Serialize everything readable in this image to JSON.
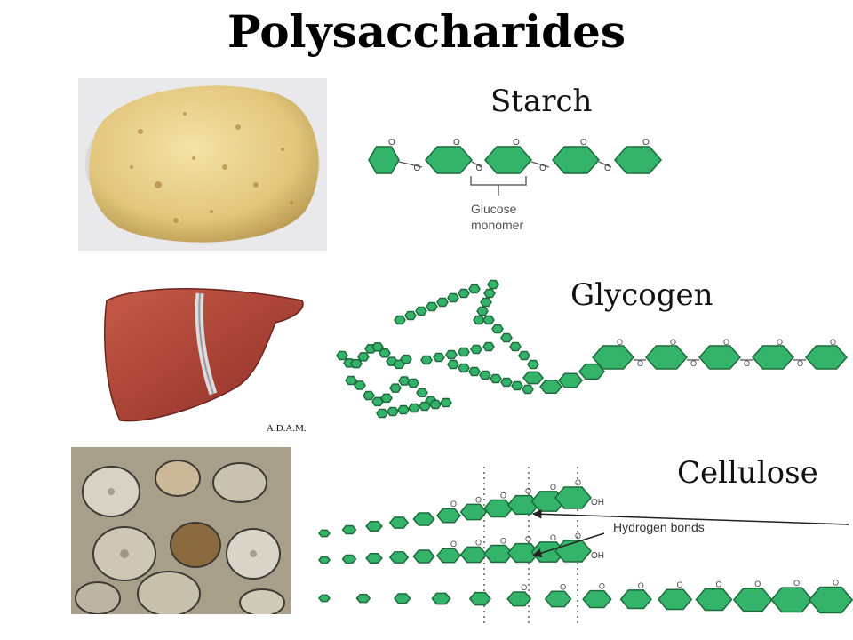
{
  "title": "Polysaccharides",
  "sections": {
    "starch": {
      "label": "Starch",
      "annotation_line1": "Glucose",
      "annotation_line2": "monomer"
    },
    "glycogen": {
      "label": "Glycogen",
      "credit": "A.D.A.M."
    },
    "cellulose": {
      "label": "Cellulose",
      "annotation": "Hydrogen bonds"
    }
  },
  "glucose_unit_label": "O",
  "hydroxyl_label": "OH",
  "colors": {
    "monomer_fill": "#34b36a",
    "monomer_stroke": "#1e6b3d",
    "potato": "#e7cf8a",
    "liver": "#b84a3b",
    "wood": "#8f8676"
  }
}
